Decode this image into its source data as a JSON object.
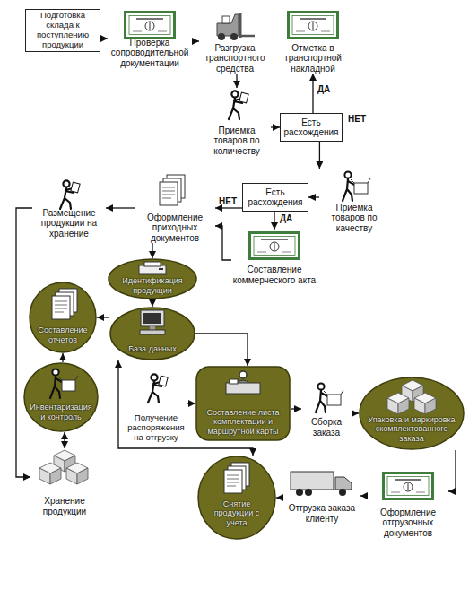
{
  "diagram": {
    "nodes": [
      {
        "text": [
          "Подготовка склада к поступлению продукции"
        ]
      },
      {
        "text": [
          "Проверка сопроводительной документации"
        ]
      },
      {
        "text": [
          "Разгрузка транспортного средства"
        ]
      },
      {
        "text": [
          "Отметка в транспортной накладной"
        ]
      },
      {
        "text": [
          "Приемка товаров по количеству"
        ]
      },
      {
        "text": [
          "Есть расхождения"
        ]
      },
      {
        "text": [
          "Приемка товаров по качеству"
        ]
      },
      {
        "text": [
          "Есть расхождения"
        ]
      },
      {
        "text": [
          "Составление коммерческого акта"
        ]
      },
      {
        "text": [
          "Оформление приходных документов"
        ]
      },
      {
        "text": [
          "Размещение продукции на хранение"
        ]
      },
      {
        "text": [
          "Идентификация продукции"
        ]
      },
      {
        "text": [
          "Составление отчетов"
        ]
      },
      {
        "text": [
          "База данных"
        ]
      },
      {
        "text": [
          "Инвентаризация и контроль"
        ]
      },
      {
        "text": [
          "Хранение продукции"
        ]
      },
      {
        "text": [
          "Получение распоряжения на отгрузку"
        ]
      },
      {
        "text": [
          "Составление листа комплектации и маршрутной карты"
        ]
      },
      {
        "text": [
          "Сборка заказа"
        ]
      },
      {
        "text": [
          "Упаковка и маркировка скомплектованного заказа"
        ]
      },
      {
        "text": [
          "Оформление отгрузочных документов"
        ]
      },
      {
        "text": [
          "Отгрузка заказа клиенту"
        ]
      },
      {
        "text": [
          "Снятие продукции с учета"
        ]
      }
    ],
    "edges": [
      {
        "from": 0,
        "to": 1,
        "arrow": "to"
      },
      {
        "from": 1,
        "to": 2,
        "arrow": "to"
      },
      {
        "from": 2,
        "to": 4,
        "arrow": "to"
      },
      {
        "from": 4,
        "to": 5,
        "arrow": "to"
      },
      {
        "from": 5,
        "to": 3,
        "label": "ДА",
        "arrow": "to"
      },
      {
        "from": 5,
        "to": 6,
        "label": "НЕТ",
        "arrow": "to"
      },
      {
        "from": 6,
        "to": 7,
        "arrow": "to"
      },
      {
        "from": 7,
        "to": 9,
        "label": "НЕТ",
        "arrow": "to"
      },
      {
        "from": 7,
        "to": 8,
        "label": "ДА",
        "arrow": "to"
      },
      {
        "from": 8,
        "to": 9,
        "arrow": "to"
      },
      {
        "from": 9,
        "to": 10,
        "arrow": "to"
      },
      {
        "from": 9,
        "to": 11,
        "arrow": "to"
      },
      {
        "from": 10,
        "to": 15,
        "arrow": "to"
      },
      {
        "from": 11,
        "to": 13,
        "arrow": "to"
      },
      {
        "from": 13,
        "to": 12,
        "arrow": "to"
      },
      {
        "from": 14,
        "to": 12,
        "arrow": "to"
      },
      {
        "from": 14,
        "to": 15,
        "arrow": "both"
      },
      {
        "from": 13,
        "to": 17,
        "arrow": "to"
      },
      {
        "from": 16,
        "to": 17,
        "arrow": "to"
      },
      {
        "from": 17,
        "to": 18,
        "arrow": "to"
      },
      {
        "from": 18,
        "to": 19,
        "arrow": "to"
      },
      {
        "from": 19,
        "to": 20,
        "arrow": "to"
      },
      {
        "from": 20,
        "to": 21,
        "arrow": "to"
      },
      {
        "from": 21,
        "to": 22,
        "arrow": "to"
      },
      {
        "from": 22,
        "to": 13,
        "arrow": "both"
      }
    ]
  }
}
